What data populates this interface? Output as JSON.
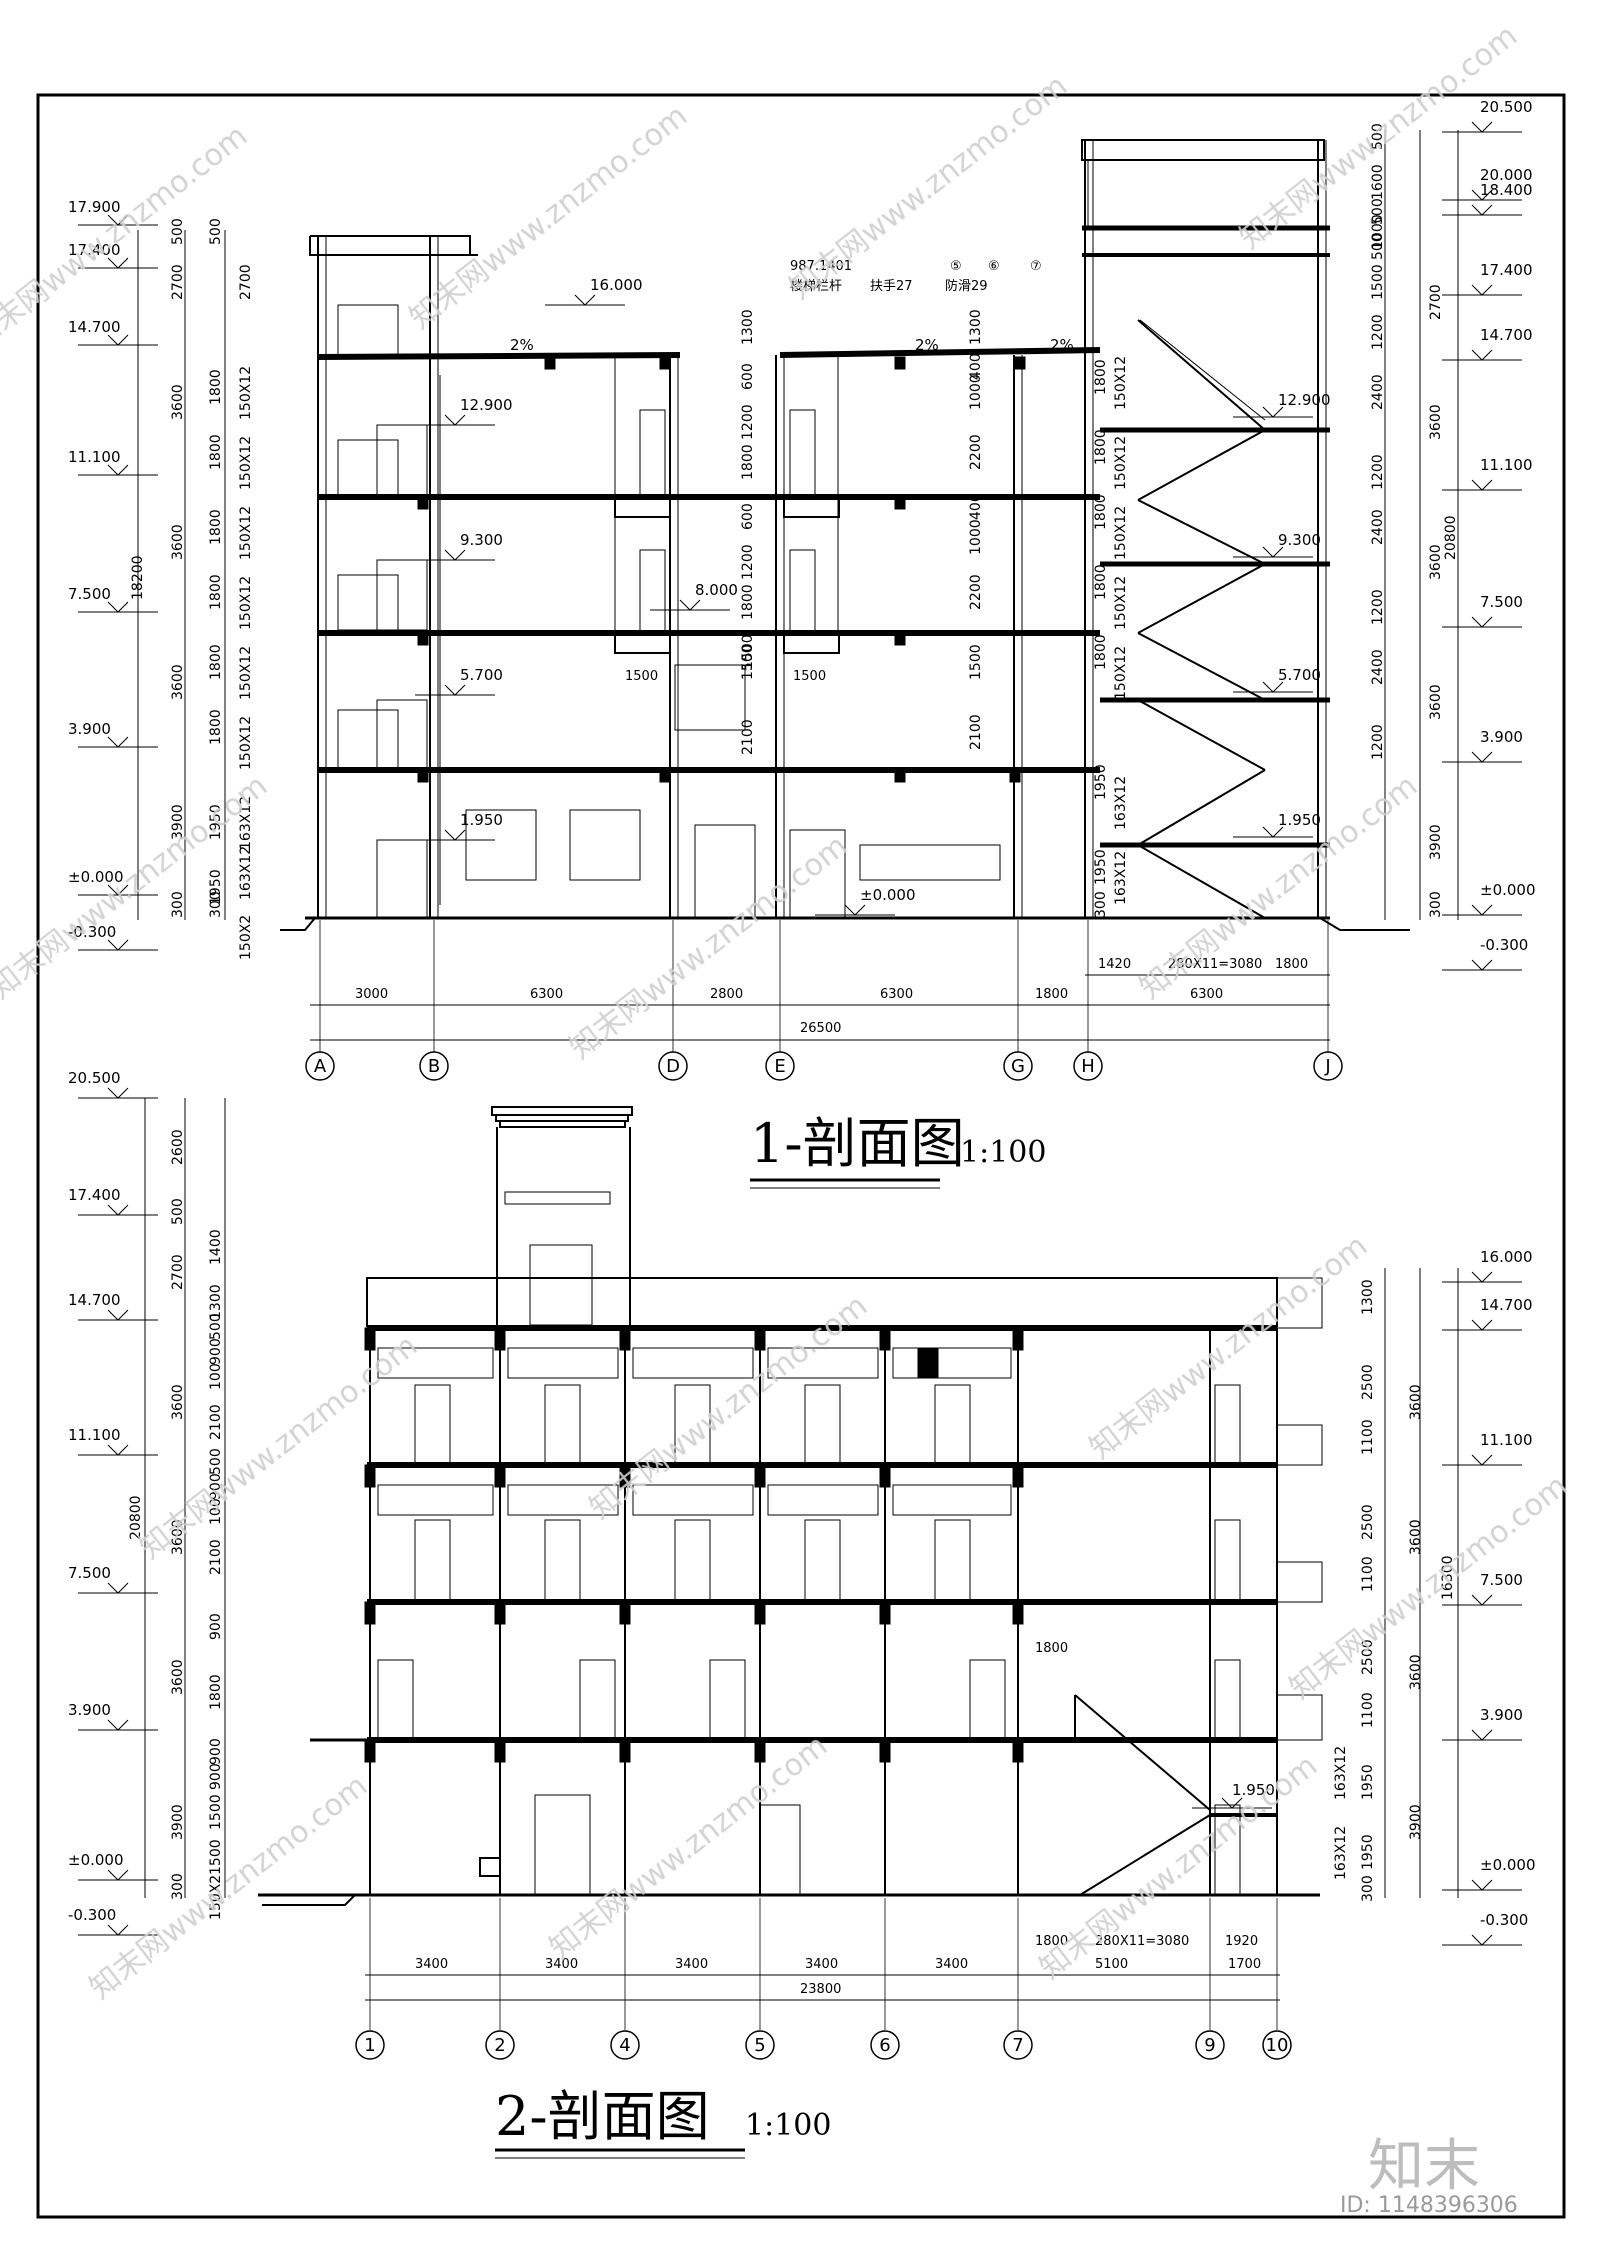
{
  "section1": {
    "title": "1-剖面图",
    "scale": "1:100",
    "notes": [
      "987.1401",
      "⑤",
      "⑥",
      "⑦",
      "楼梯栏杆",
      "扶手27",
      "防滑29"
    ],
    "slope_labels": [
      "2%",
      "2%",
      "2%"
    ],
    "left_elevations": [
      "17.900",
      "17.400",
      "14.700",
      "11.100",
      "7.500",
      "3.900",
      "±0.000",
      "-0.300"
    ],
    "left_dims_outer": [
      "500",
      "2700",
      "3600",
      "3600",
      "3600",
      "3900",
      "300"
    ],
    "left_total": "18200",
    "left_stair_dims": [
      "500",
      "2700",
      "1800",
      "150X12",
      "1800",
      "150X12",
      "1800",
      "150X12",
      "1800",
      "150X12",
      "1800",
      "150X12",
      "1800",
      "150X12",
      "1950",
      "163X12",
      "1950",
      "163X12",
      "300",
      "150X2"
    ],
    "interior_levels": [
      "16.000",
      "12.900",
      "9.300",
      "8.000",
      "5.700",
      "1.950",
      "±0.000"
    ],
    "interior_dims": [
      "1300",
      "600",
      "1200",
      "1800",
      "600",
      "1200",
      "1800",
      "1500",
      "1500",
      "2100",
      "1300",
      "400",
      "1000",
      "2200",
      "400",
      "1000",
      "2200",
      "1500",
      "2100"
    ],
    "opening_widths": [
      "1500",
      "1500"
    ],
    "right_stair_dims": [
      "1800",
      "150X12",
      "1800",
      "150X12",
      "1800",
      "150X12",
      "1800",
      "150X12",
      "1800",
      "150X12",
      "1950",
      "163X12",
      "1950",
      "163X12",
      "300"
    ],
    "right_levels": [
      "12.900",
      "9.300",
      "5.700",
      "1.950"
    ],
    "right_elevations": [
      "20.500",
      "20.000",
      "18.400",
      "17.400",
      "14.700",
      "11.100",
      "7.500",
      "3.900",
      "±0.000",
      "-0.300"
    ],
    "right_dims": [
      "500",
      "1600",
      "500",
      "1000",
      "500",
      "1500",
      "2700",
      "1200",
      "2400",
      "3600",
      "1200",
      "2400",
      "3600",
      "1200",
      "2400",
      "3600",
      "1200",
      "3900",
      "300"
    ],
    "right_total": "20800",
    "stair_run": [
      "1420",
      "280X11=3080",
      "1800"
    ],
    "bay_dims": [
      "3000",
      "6300",
      "2800",
      "6300",
      "1800",
      "6300"
    ],
    "overall": "26500",
    "axes": [
      "A",
      "B",
      "D",
      "E",
      "G",
      "H",
      "J"
    ]
  },
  "section2": {
    "title": "2-剖面图",
    "scale": "1:100",
    "left_elevations": [
      "20.500",
      "17.400",
      "14.700",
      "11.100",
      "7.500",
      "3.900",
      "±0.000",
      "-0.300"
    ],
    "left_dims_outer": [
      "2600",
      "500",
      "2700",
      "3600",
      "3600",
      "3600",
      "3900",
      "300"
    ],
    "left_total": "20800",
    "left_dims_inner": [
      "1400",
      "1300",
      "900",
      "500",
      "100",
      "2100",
      "900",
      "500",
      "100",
      "2100",
      "900",
      "1800",
      "900",
      "900",
      "1500",
      "1500",
      "150X2"
    ],
    "stair_label": "1800",
    "landing_level": "1.950",
    "right_elevations": [
      "16.000",
      "14.700",
      "11.100",
      "7.500",
      "3.900",
      "±0.000",
      "-0.300"
    ],
    "right_dims": [
      "1300",
      "2500",
      "1100",
      "2500",
      "1100",
      "2500",
      "1100",
      "1950",
      "1950",
      "300",
      "163X12",
      "163X12",
      "3600",
      "3600",
      "3600",
      "3900"
    ],
    "right_total": "16300",
    "stair_run": [
      "1800",
      "280X11=3080",
      "1920"
    ],
    "bay_dims": [
      "3400",
      "3400",
      "3400",
      "3400",
      "3400",
      "5100",
      "1700"
    ],
    "overall": "23800",
    "axes": [
      "1",
      "2",
      "4",
      "5",
      "6",
      "7",
      "9",
      "10"
    ]
  },
  "watermark": {
    "text": "知末网www.znzmo.com",
    "logo": "知末",
    "id_label": "ID: 1148396306"
  }
}
